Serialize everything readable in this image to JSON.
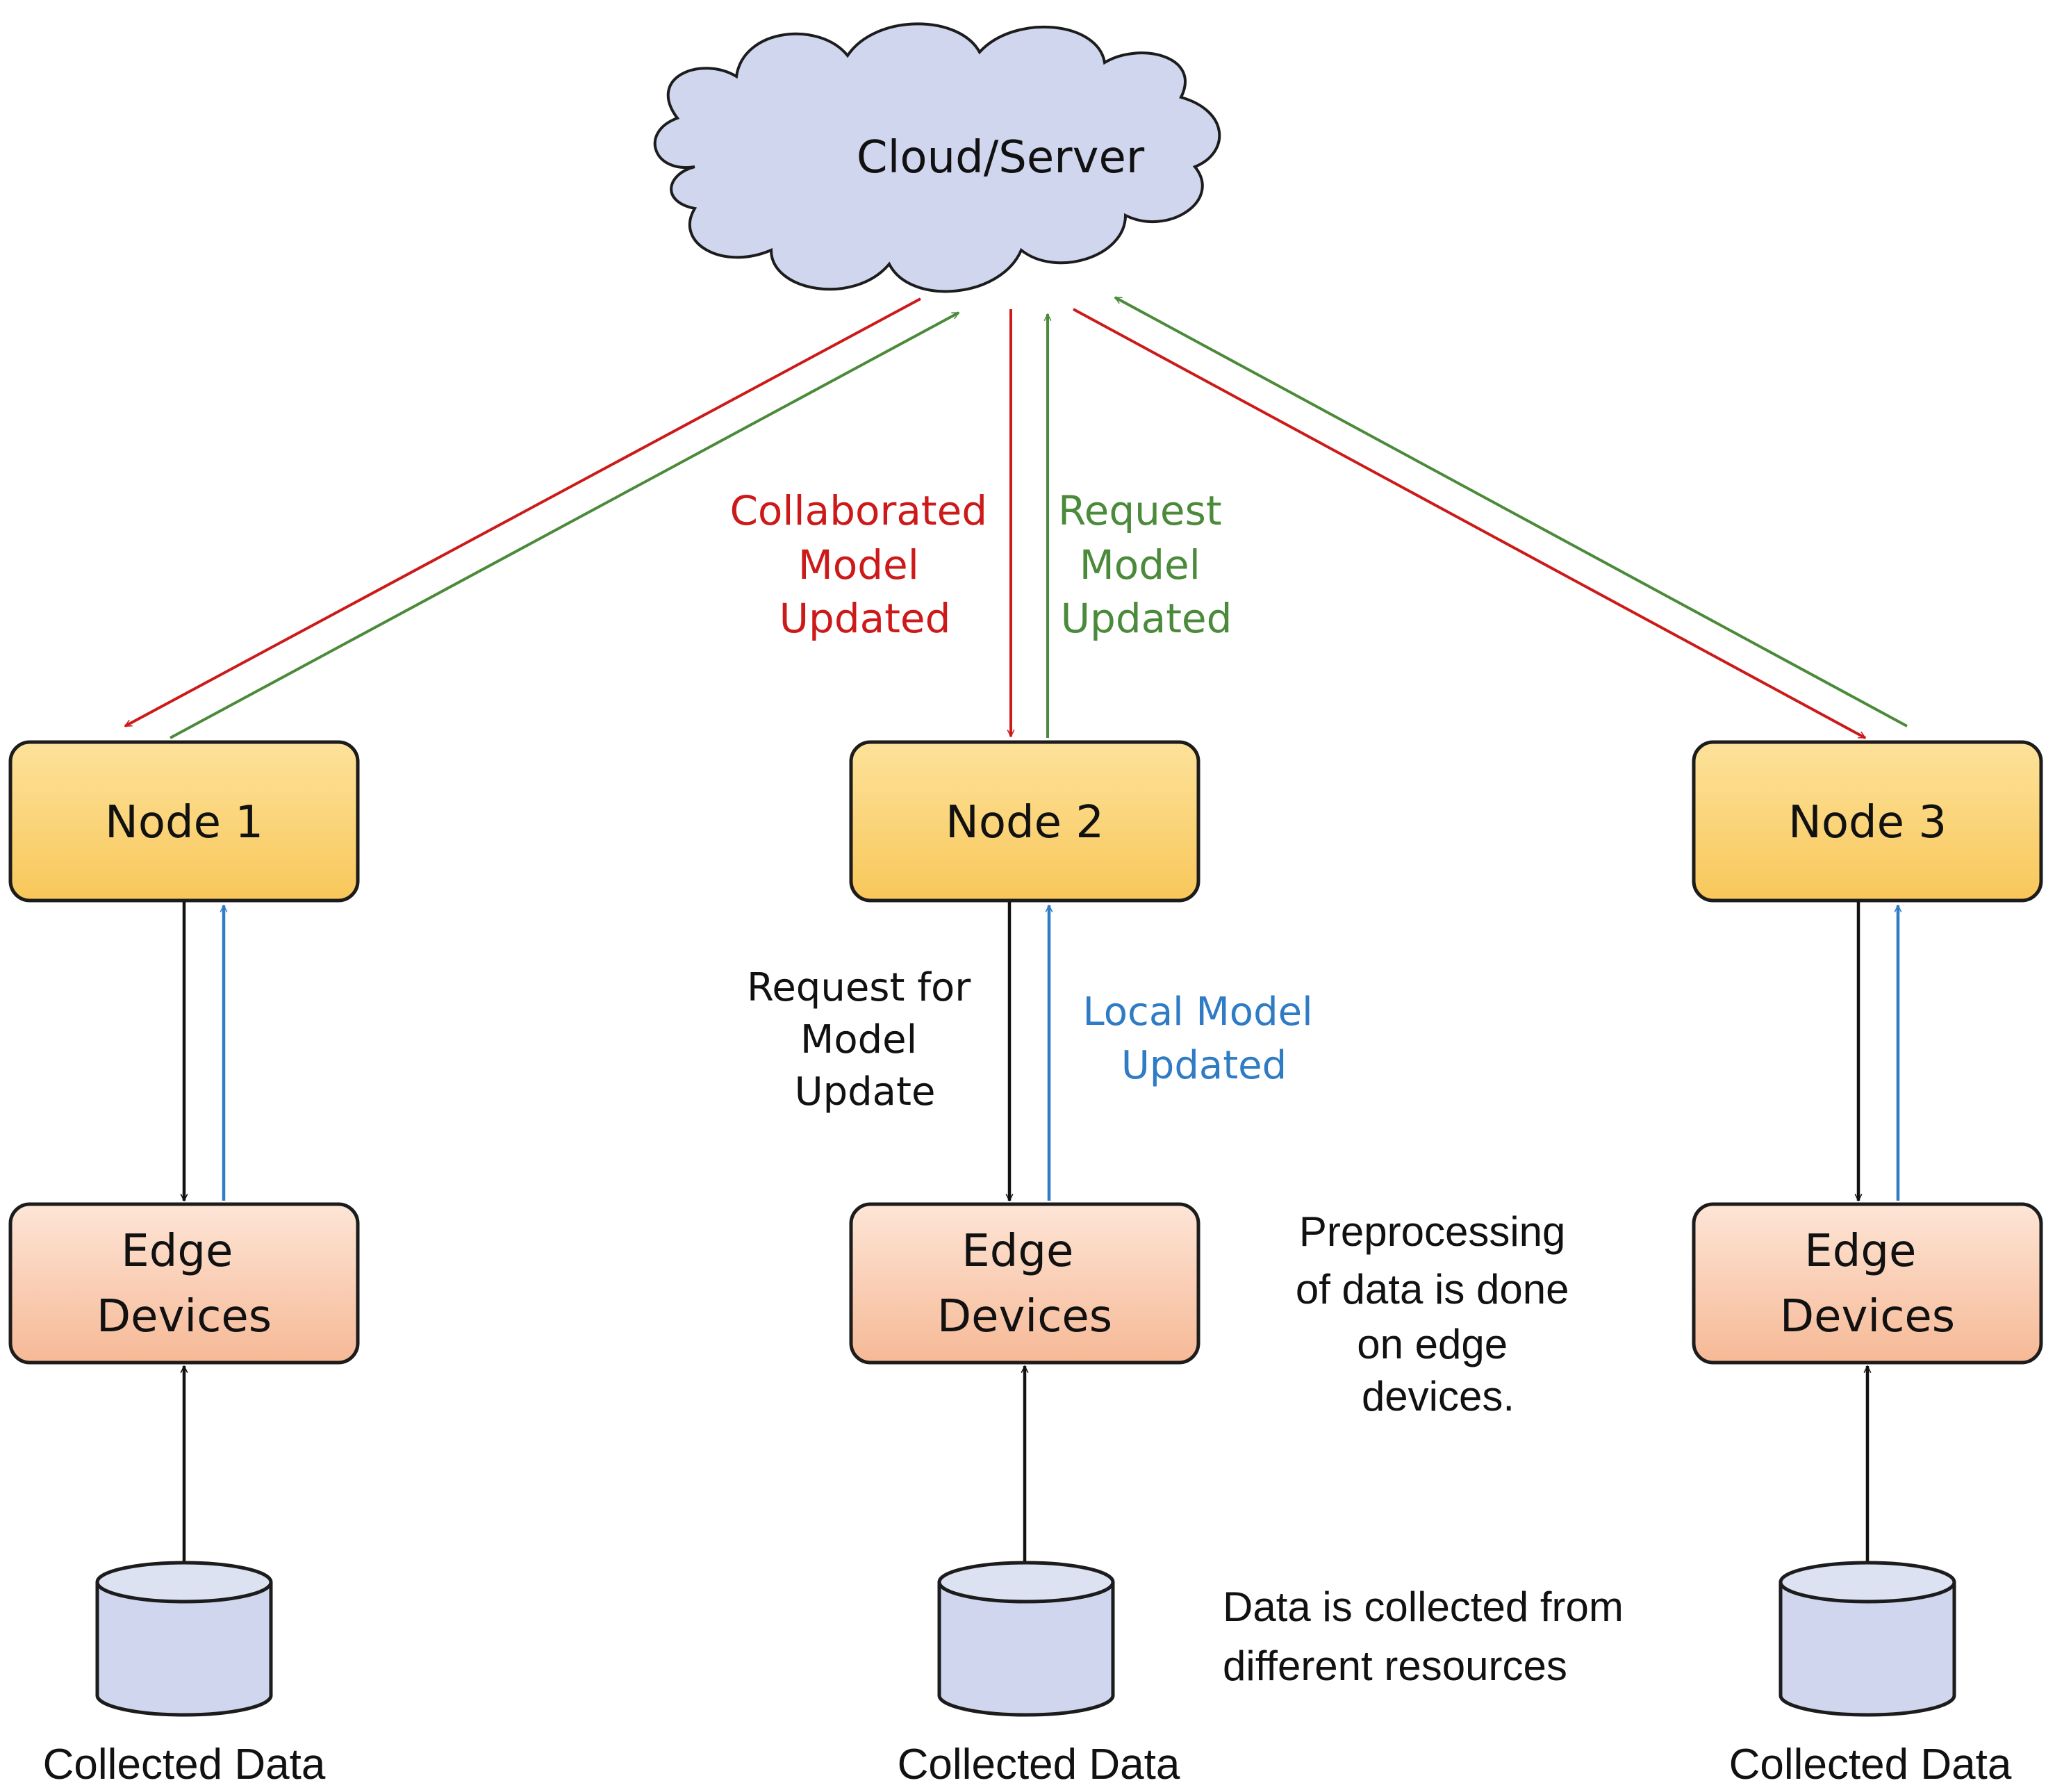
{
  "cloud": {
    "label": "Cloud/Server"
  },
  "nodes": [
    {
      "label": "Node 1"
    },
    {
      "label": "Node 2"
    },
    {
      "label": "Node 3"
    }
  ],
  "edge_devices": [
    {
      "line1": "Edge",
      "line2": "Devices"
    },
    {
      "line1": "Edge",
      "line2": "Devices"
    },
    {
      "line1": "Edge",
      "line2": "Devices"
    }
  ],
  "data_stores": [
    {
      "label": "Collected Data"
    },
    {
      "label": "Collected Data"
    },
    {
      "label": "Collected Data"
    }
  ],
  "labels": {
    "collaborated": [
      "Collaborated",
      "Model",
      "Updated"
    ],
    "request_model": [
      "Request",
      "Model",
      "Updated"
    ],
    "request_for_update": [
      "Request for",
      "Model",
      "Update"
    ],
    "local_model": [
      "Local Model",
      "Updated"
    ],
    "preprocessing": [
      "Preprocessing",
      "of data is done",
      "on edge",
      "devices."
    ],
    "data_collected": [
      "Data is collected from",
      "different resources"
    ]
  },
  "colors": {
    "cloud_fill": "#cfd6ee",
    "node_fill": "#fbd473",
    "edge_fill": "#fad2b8",
    "cylinder_fill": "#cfd6ee",
    "red_arrow": "#cc1a1a",
    "green_arrow": "#4a8a3a",
    "blue_arrow": "#2f7cc4",
    "black_arrow": "#111111"
  }
}
